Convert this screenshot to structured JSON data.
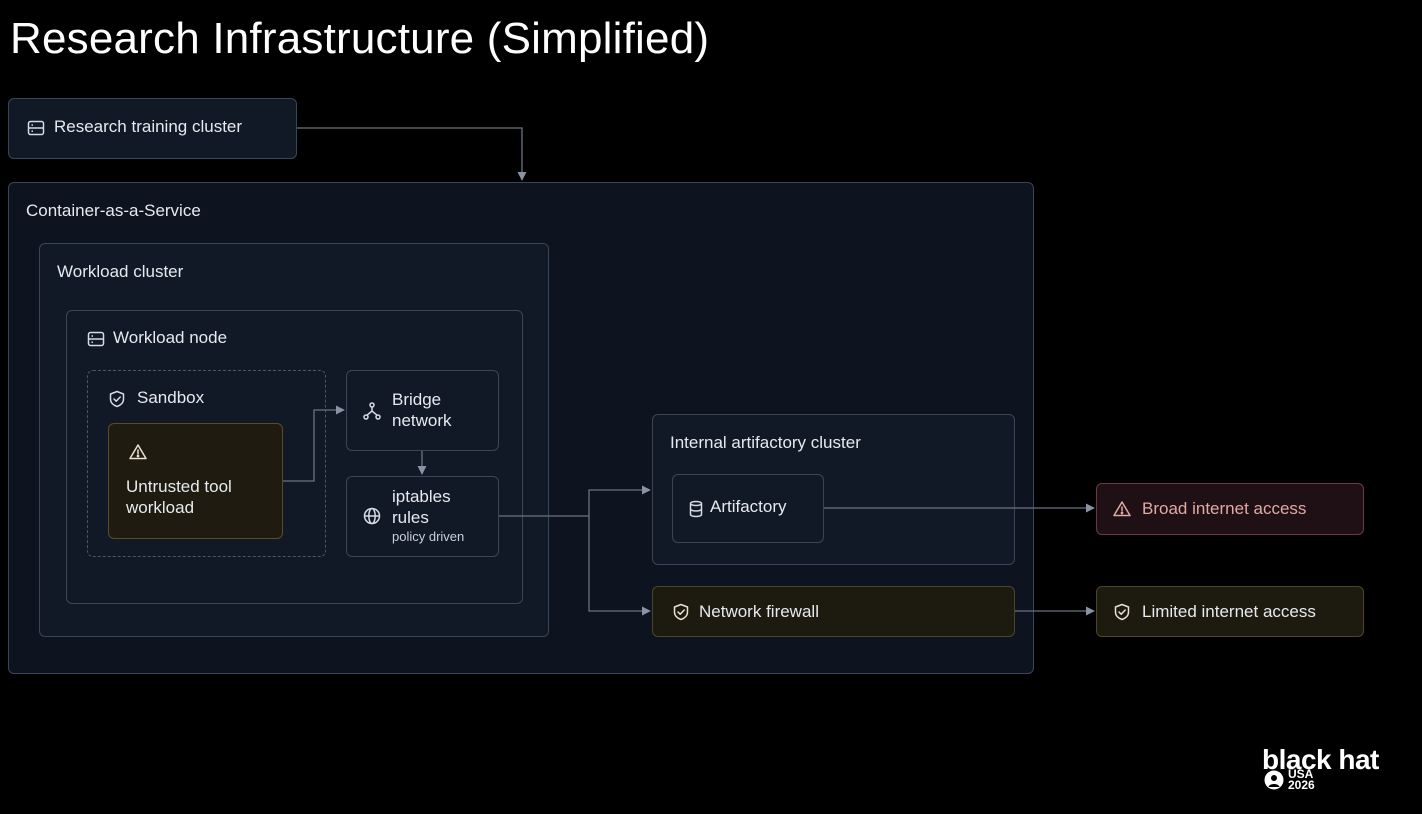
{
  "title": "Research Infrastructure (Simplified)",
  "nodes": {
    "research_cluster": "Research training cluster",
    "caas": "Container-as-a-Service",
    "workload_cluster": "Workload cluster",
    "workload_node": "Workload node",
    "sandbox": "Sandbox",
    "untrusted_line1": "Untrusted tool",
    "untrusted_line2": "workload",
    "bridge_line1": "Bridge",
    "bridge_line2": "network",
    "iptables_line1": "iptables",
    "iptables_line2": "rules",
    "iptables_sub": "policy driven",
    "artifactory_cluster": "Internal artifactory cluster",
    "artifactory": "Artifactory",
    "firewall": "Network firewall",
    "broad": "Broad internet access",
    "limited": "Limited internet access"
  },
  "icons": [
    "server-icon",
    "shield-check-icon",
    "warning-icon",
    "network-icon",
    "globe-icon",
    "database-icon"
  ],
  "colors": {
    "background": "#000000",
    "box_fill": "#111926",
    "box_border": "#3a4557",
    "untrusted_fill": "#201b10",
    "untrusted_border": "#5b4b26",
    "firewall_fill": "#1d1b10",
    "broad_fill": "#1e1014",
    "broad_border": "#6b3a3e",
    "broad_text": "#e0a9a3",
    "line": "#6b7280"
  },
  "logo": {
    "brand": "black hat",
    "line1": "USA",
    "line2": "2026"
  }
}
